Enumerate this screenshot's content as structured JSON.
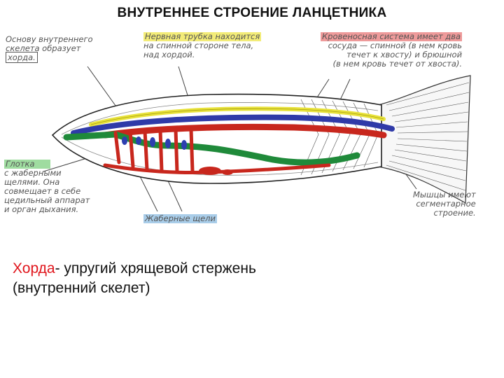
{
  "title": "ВНУТРЕННЕЕ СТРОЕНИЕ ЛАНЦЕТНИКА",
  "notes": {
    "skeleton": [
      "Основу внутреннего",
      "скелета образует",
      "хорда."
    ],
    "nerve": [
      "Нервная трубка находится",
      "на спинной стороне тела,",
      "над хордой."
    ],
    "blood": [
      "Кровеносная система имеет два",
      "сосуда — спинной (в нем кровь",
      "течет к хвосту) и брюшной",
      "(в  нем кровь течет от хвоста)."
    ],
    "pharynx": [
      "Глотка",
      "с жаберными",
      "щелями. Она",
      "совмещает в себе",
      "цедильный аппарат",
      "и орган дыхания."
    ],
    "gills": [
      "Жаберные щели"
    ],
    "muscles": [
      "Мышцы имеют",
      "сегментарное",
      "строение."
    ]
  },
  "highlight_colors": {
    "nerve": "#f3ec78",
    "blood": "#ee9a9a",
    "pharynx": "#9fdca0",
    "gills": "#a9cde9"
  },
  "body_colors": {
    "nerve_tube": "#e8e23a",
    "notochord": "#2f3aa8",
    "blood_vessels": "#c8271d",
    "pharynx": "#1f8a3a"
  },
  "definition": {
    "term": "Хорда",
    "text": "- упругий хрящевой стержень",
    "line2": "(внутренний скелет)"
  }
}
